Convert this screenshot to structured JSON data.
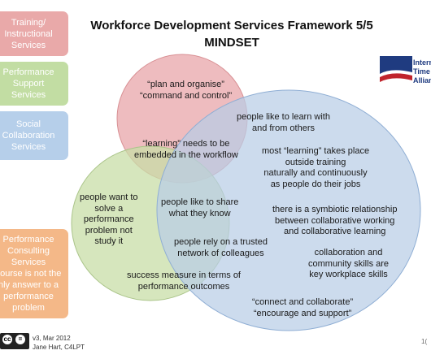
{
  "title_line1": "Workforce Development Services Framework 5/5",
  "title_line2": "MINDSET",
  "sidebar": {
    "training": [
      "Training/",
      "Instructional",
      "Services"
    ],
    "performance": [
      "Performance",
      "Support",
      "Services"
    ],
    "social": [
      "Social",
      "Collaboration",
      "Services"
    ],
    "consulting": [
      "Performance",
      "Consulting",
      "Services",
      "course is not the",
      "nly answer to a",
      "performance",
      "problem"
    ]
  },
  "logo": {
    "lines": [
      "Intern",
      "Time",
      "Allian"
    ]
  },
  "colors": {
    "red_circle": "#e8a6aa",
    "green_circle": "#c8dea7",
    "blue_circle": "#b8cde6",
    "training_box": "#e9a9a9",
    "performance_box": "#c2dda3",
    "social_box": "#b6cfea",
    "consulting_box": "#f4b888"
  },
  "venn": {
    "red": [
      "“plan and organise”",
      "“command and control”"
    ],
    "red_green": [
      "“learning” needs to be",
      "embedded in the workflow"
    ],
    "green": [
      "people want to",
      "solve a",
      "performance",
      "problem not",
      "study it"
    ],
    "green_blue_1": [
      "people  like to share",
      "what they know"
    ],
    "green_blue_2": [
      "people  rely on a trusted",
      "network of colleagues"
    ],
    "green_bottom": [
      "success measure in terms of",
      "performance outcomes"
    ],
    "blue_1": [
      "people  like to learn with",
      "and from others"
    ],
    "blue_2": [
      "most “learning” takes place",
      "outside  training",
      "naturally and continuously",
      "as people  do their jobs"
    ],
    "blue_3": [
      "there is a symbiotic relationship",
      "between collaborative working",
      "and  collaborative learning"
    ],
    "blue_4": [
      "collaboration and",
      "community skills are",
      "key workplace skills"
    ],
    "blue_5": [
      "“connect and collaborate”",
      "“encourage and support”"
    ]
  },
  "footer": {
    "version": "v3, Mar 2012",
    "author": "Jane Hart,  C4LPT",
    "cc_left": "cc",
    "cc_right": "="
  },
  "page_number": "1("
}
